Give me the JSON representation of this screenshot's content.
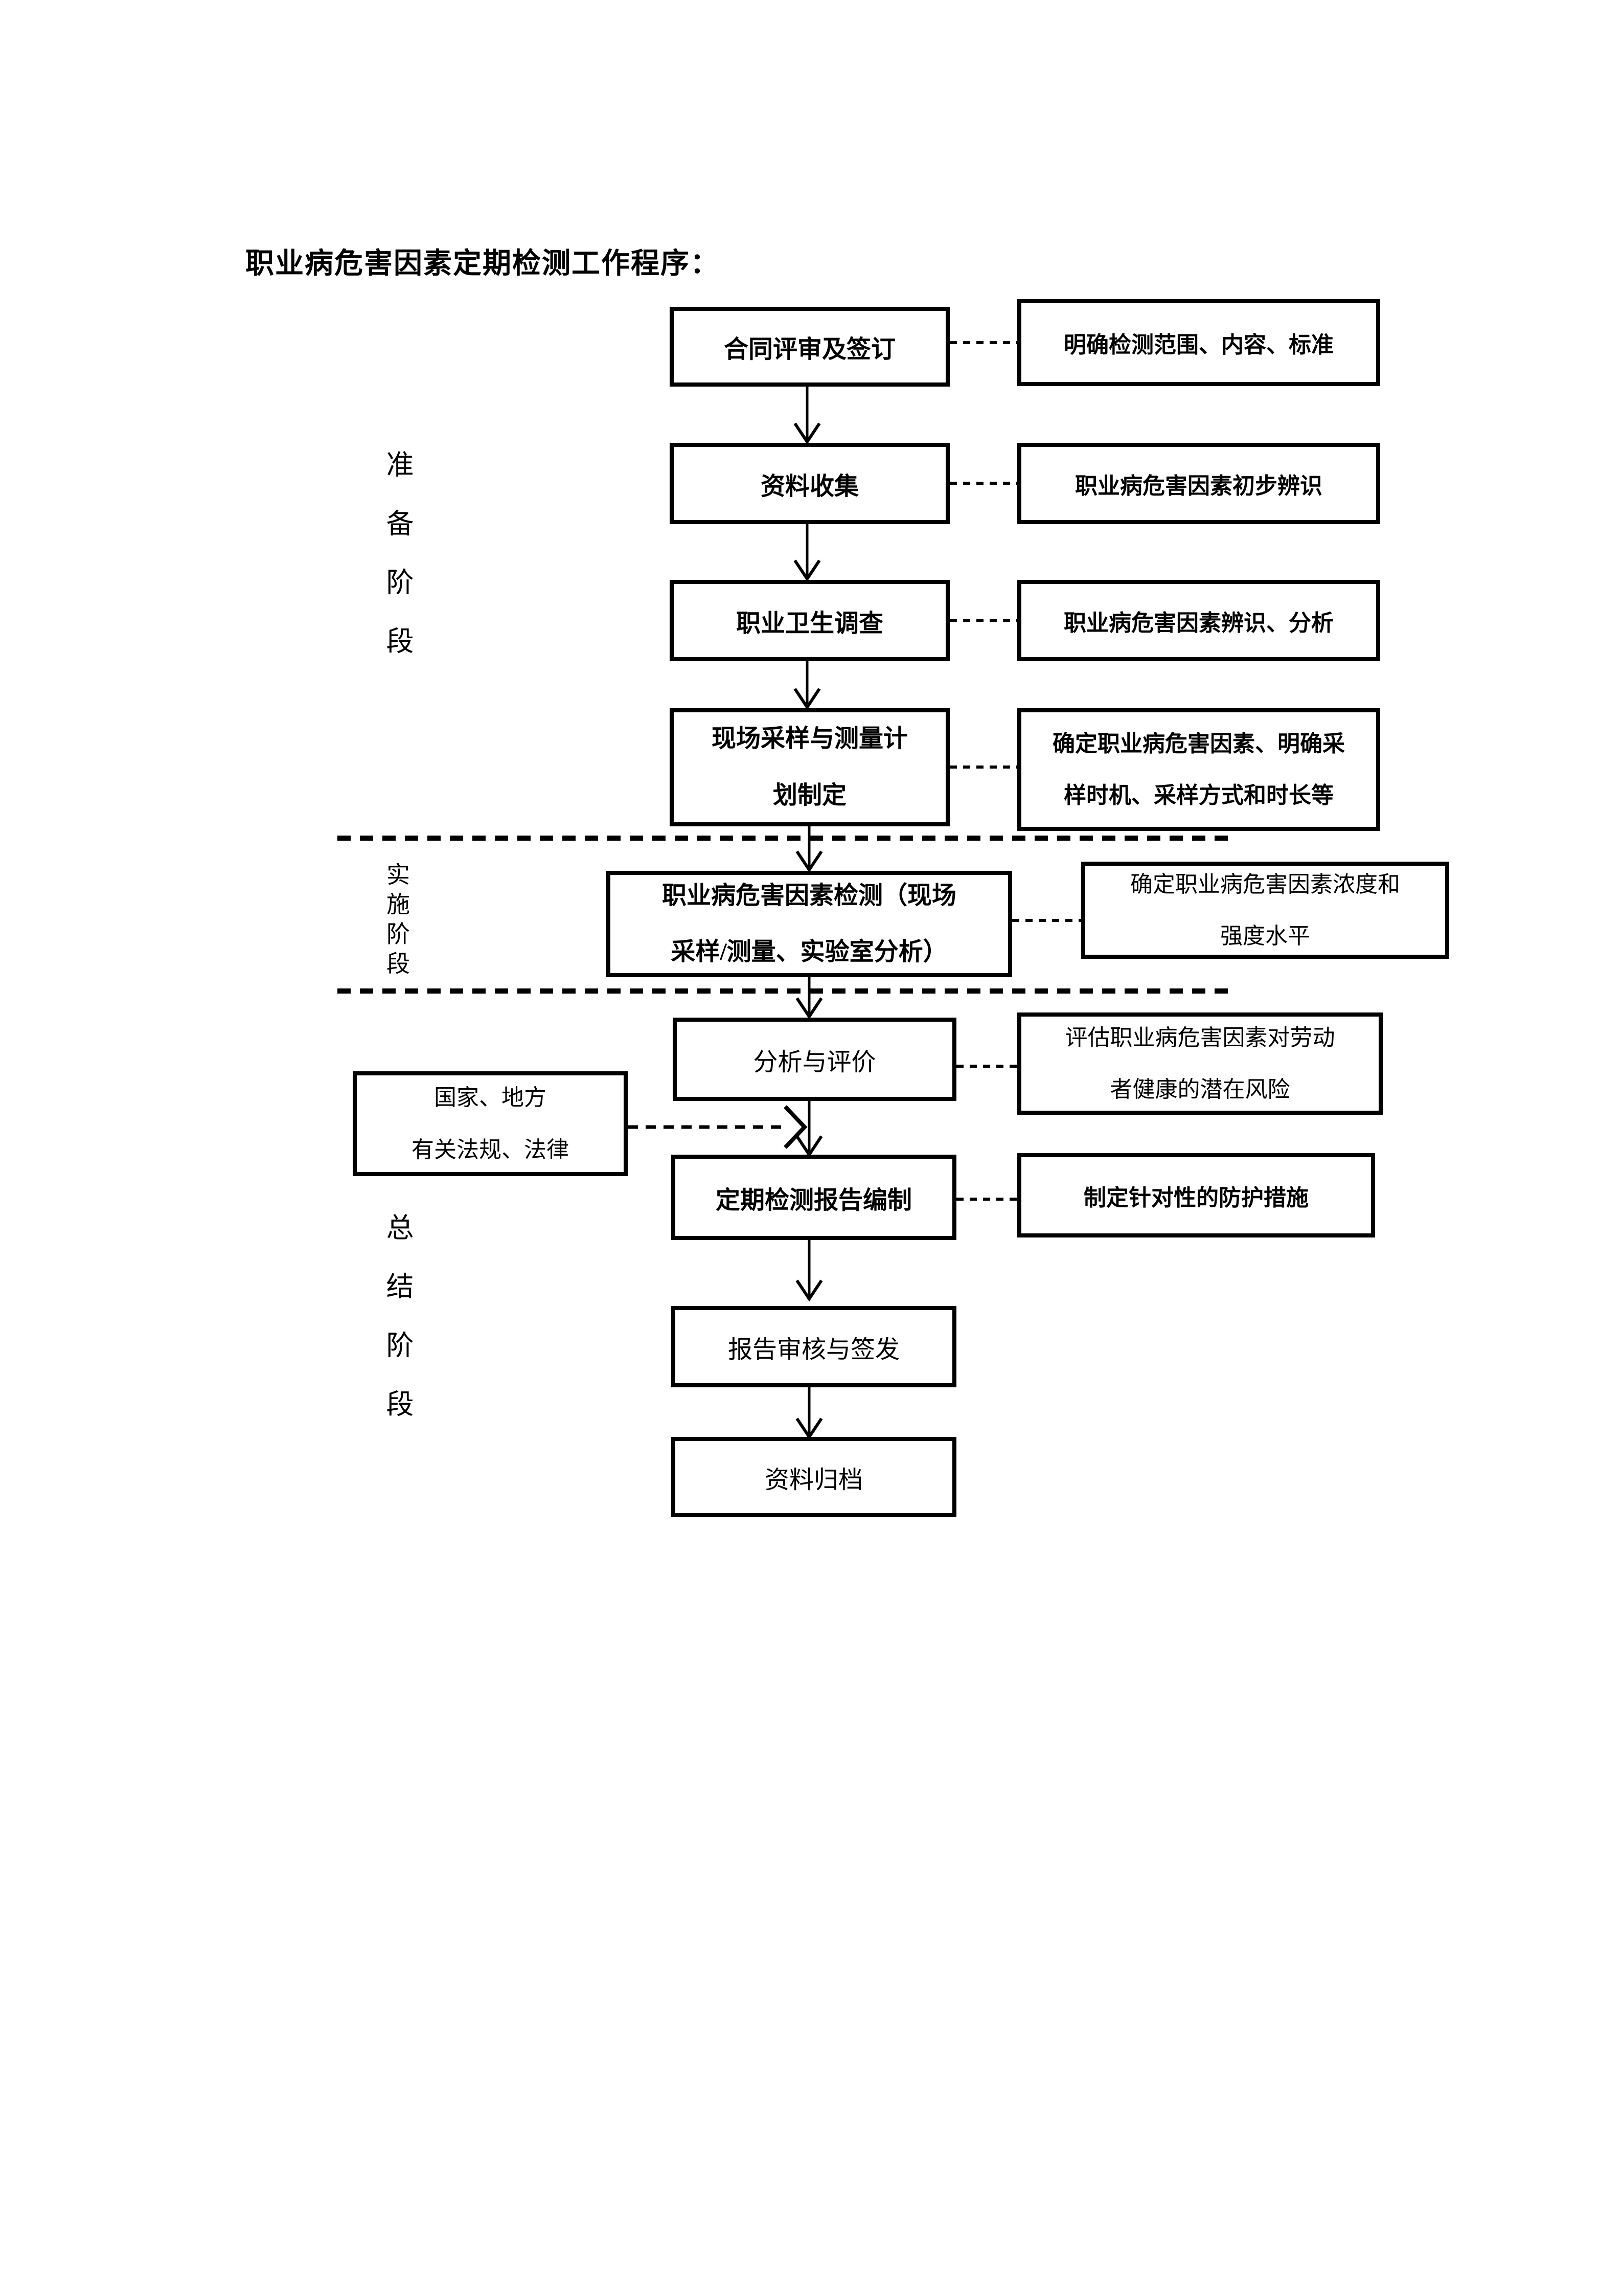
{
  "doc": {
    "title": "职业病危害因素定期检测工作程序："
  },
  "stages": [
    {
      "label": "准备阶段"
    },
    {
      "label": "实施阶段"
    },
    {
      "label": "总结阶段"
    }
  ],
  "flow": {
    "steps": [
      {
        "label": "合同评审及签订",
        "note": "明确检测范围、内容、标准"
      },
      {
        "label": "资料收集",
        "note": "职业病危害因素初步辨识"
      },
      {
        "label": "职业卫生调查",
        "note": "职业病危害因素辨识、分析"
      },
      {
        "label": "现场采样与测量计\n划制定",
        "note": "确定职业病危害因素、明确采\n样时机、采样方式和时长等"
      },
      {
        "label": "职业病危害因素检测（现场\n采样/测量、实验室分析）",
        "note": "确定职业病危害因素浓度和\n强度水平"
      },
      {
        "label": "分析与评价",
        "note": "评估职业病危害因素对劳动\n者健康的潜在风险"
      },
      {
        "label": "定期检测报告编制",
        "note": "制定针对性的防护措施"
      },
      {
        "label": "报告审核与签发"
      },
      {
        "label": "资料归档"
      }
    ],
    "input_box": {
      "label": "国家、地方\n有关法规、法律"
    }
  },
  "colors": {
    "ink": "#000000",
    "paper": "#ffffff"
  }
}
